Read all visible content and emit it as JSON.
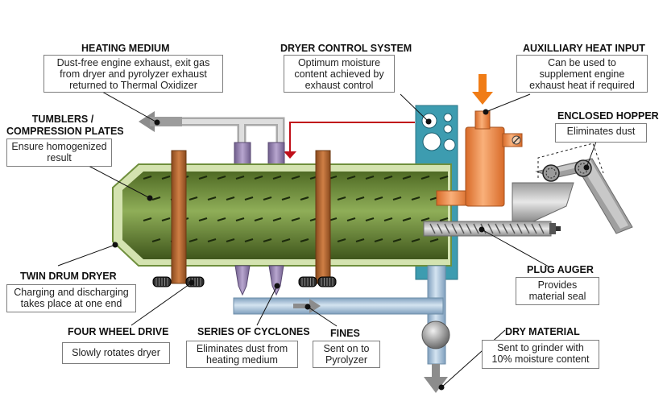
{
  "colors": {
    "drum_green": "#6f8f3d",
    "drum_rim": "#d4e3b0",
    "band_brown": "#b86a34",
    "duct_gray": "#cfcfcf",
    "duct_blue": "#a7c3da",
    "control_teal": "#3d9cb0",
    "burner_orange": "#f09050",
    "arrow_orange": "#f07c16",
    "arrow_red": "#c0101a",
    "cyclone_purple": "#8d7aa6",
    "callout_border": "#7d7d7d"
  },
  "icons": [
    "exhaust-arrow-icon",
    "feed-arrow-icon",
    "discharge-arrow-icon",
    "fines-arrow-icon",
    "control-signal-arrow-icon"
  ],
  "labels": {
    "heating_medium": {
      "title": "HEATING MEDIUM",
      "lines": [
        "Dust-free engine exhaust, exit gas",
        "from dryer and pyrolyzer exhaust",
        "returned to Thermal Oxidizer"
      ]
    },
    "dryer_control": {
      "title": "DRYER CONTROL SYSTEM",
      "lines": [
        "Optimum moisture",
        "content achieved by",
        "exhaust control"
      ]
    },
    "auxiliary_heat": {
      "title": "AUXILLIARY HEAT INPUT",
      "lines": [
        "Can be used to",
        "supplement engine",
        "exhaust heat if required"
      ]
    },
    "tumblers": {
      "title_lines": [
        "TUMBLERS /",
        "COMPRESSION PLATES"
      ],
      "lines": [
        "Ensure homogenized",
        "result"
      ]
    },
    "enclosed_hopper": {
      "title": "ENCLOSED HOPPER",
      "lines": [
        "Eliminates dust"
      ]
    },
    "twin_drum": {
      "title": "TWIN DRUM DRYER",
      "lines": [
        "Charging and discharging",
        "takes place at one end"
      ]
    },
    "plug_auger": {
      "title": "PLUG AUGER",
      "lines": [
        "Provides",
        "material seal"
      ]
    },
    "four_wheel": {
      "title": "FOUR WHEEL DRIVE",
      "lines": [
        "Slowly rotates dryer"
      ]
    },
    "cyclones": {
      "title": "SERIES OF CYCLONES",
      "lines": [
        "Eliminates dust from",
        "heating medium"
      ]
    },
    "fines": {
      "title": "FINES",
      "lines": [
        "Sent on to",
        "Pyrolyzer"
      ]
    },
    "dry_material": {
      "title": "DRY MATERIAL",
      "lines": [
        "Sent to grinder with",
        "10% moisture content"
      ]
    }
  }
}
